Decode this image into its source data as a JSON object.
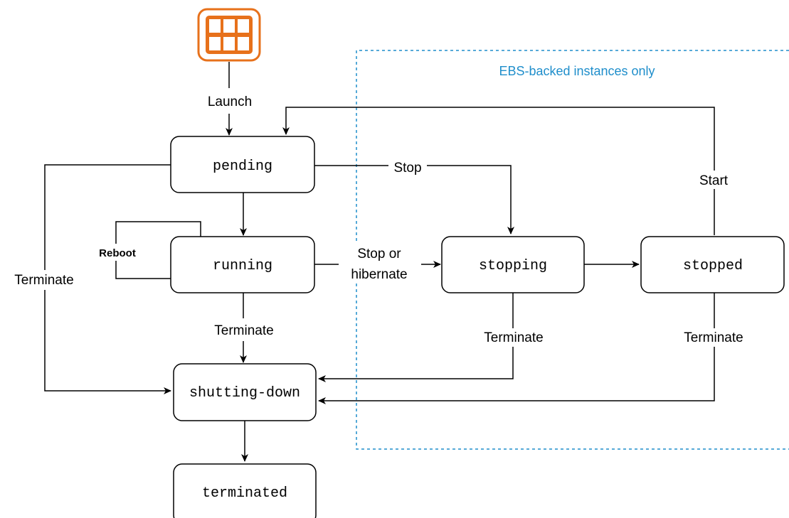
{
  "region": {
    "label": "EBS-backed instances only",
    "color": "#1f8ecb"
  },
  "launch_icon": {
    "name": "instance-icon",
    "color": "#e7711b"
  },
  "states": {
    "pending": "pending",
    "running": "running",
    "stopping": "stopping",
    "stopped": "stopped",
    "shutting_down": "shutting-down",
    "terminated": "terminated"
  },
  "transitions": {
    "launch": "Launch",
    "stop": "Stop",
    "start": "Start",
    "reboot": "Reboot",
    "stop_or_hibernate_line1": "Stop or",
    "stop_or_hibernate_line2": "hibernate",
    "terminate_left": "Terminate",
    "terminate_running": "Terminate",
    "terminate_stopping": "Terminate",
    "terminate_stopped": "Terminate"
  }
}
